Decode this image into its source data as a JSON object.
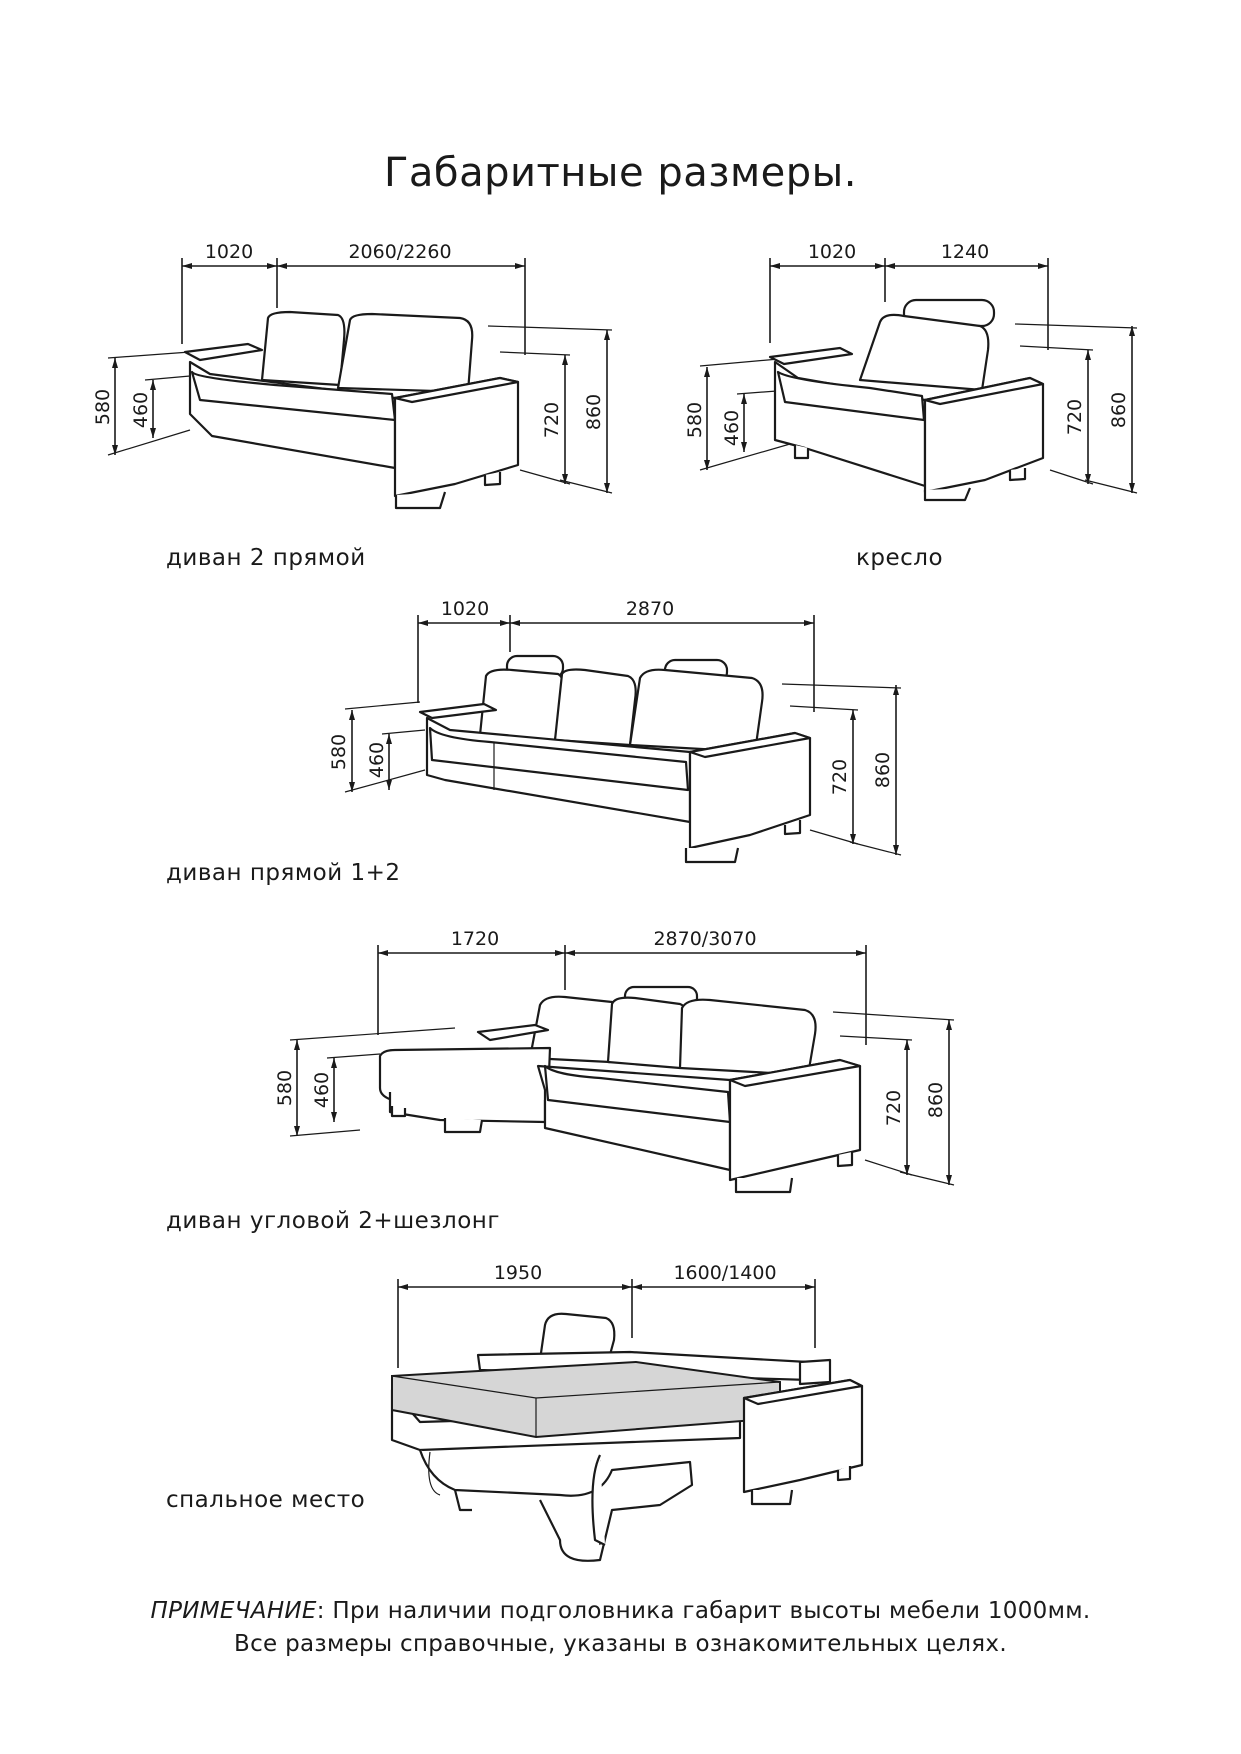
{
  "title": "Габаритные размеры.",
  "items": [
    {
      "caption": "диван 2 прямой",
      "depth": "1020",
      "width": "2060/2260",
      "h_arm": "580",
      "h_seat": "460",
      "h_back": "720",
      "h_total": "860"
    },
    {
      "caption": "кресло",
      "depth": "1020",
      "width": "1240",
      "h_arm": "580",
      "h_seat": "460",
      "h_back": "720",
      "h_total": "860"
    },
    {
      "caption": "диван прямой 1+2",
      "depth": "1020",
      "width": "2870",
      "h_arm": "580",
      "h_seat": "460",
      "h_back": "720",
      "h_total": "860"
    },
    {
      "caption": "диван угловой 2+шезлонг",
      "depth": "1720",
      "width": "2870/3070",
      "h_arm": "580",
      "h_seat": "460",
      "h_back": "720",
      "h_total": "860"
    },
    {
      "caption": "спальное место",
      "depth": "1950",
      "width": "1600/1400"
    }
  ],
  "note": {
    "label": "ПРИМЕЧАНИЕ",
    "line1": ": При наличии подголовника габарит высоты мебели 1000мм.",
    "line2": "Все размеры справочные, указаны в ознакомительных целях."
  },
  "colors": {
    "ink": "#1a1a1a",
    "mattress": "#d6d6d6"
  }
}
